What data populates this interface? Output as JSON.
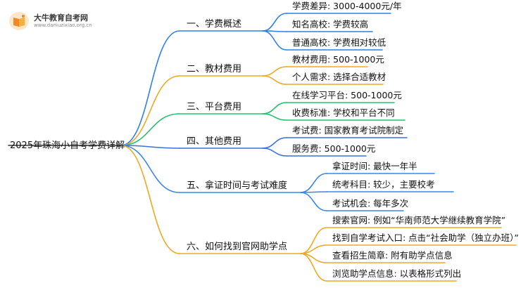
{
  "logo": {
    "name": "大牛教育自考网",
    "url": "www.daniuzixiao.org.cn"
  },
  "root": "2025年珠海小自考学费详解",
  "branches": [
    {
      "label": "一、学费概述",
      "color": "#2f7fe8",
      "children": [
        "学费差异: 3000-4000元/年",
        "知名高校: 学费较高",
        "普通高校: 学费相对较低"
      ]
    },
    {
      "label": "二、教材费用",
      "color": "#f0a823",
      "children": [
        "教材费用: 500-1000元",
        "个人需求: 选择合适教材"
      ]
    },
    {
      "label": "三、平台费用",
      "color": "#2bbf6e",
      "children": [
        "在线学习平台: 500-1000元",
        "收费标准: 学校和平台不同"
      ]
    },
    {
      "label": "四、其他费用",
      "color": "#3b6fe0",
      "children": [
        "考试费: 国家教育考试院制定",
        "服务费: 500-1000元"
      ]
    },
    {
      "label": "五、拿证时间与考试难度",
      "color": "#3a85ea",
      "children": [
        "拿证时间: 最快一年半",
        "统考科目: 较少，主要校考",
        "考试机会: 每年多次"
      ]
    },
    {
      "label": "六、如何找到官网助学点",
      "color": "#f0a823",
      "children": [
        "搜索官网: 例如“华南师范大学继续教育学院”",
        "找到自学考试入口: 点击“社会助学（独立办班）”",
        "查看招生简章: 附有助学点信息",
        "浏览助学点信息: 以表格形式列出"
      ]
    }
  ]
}
